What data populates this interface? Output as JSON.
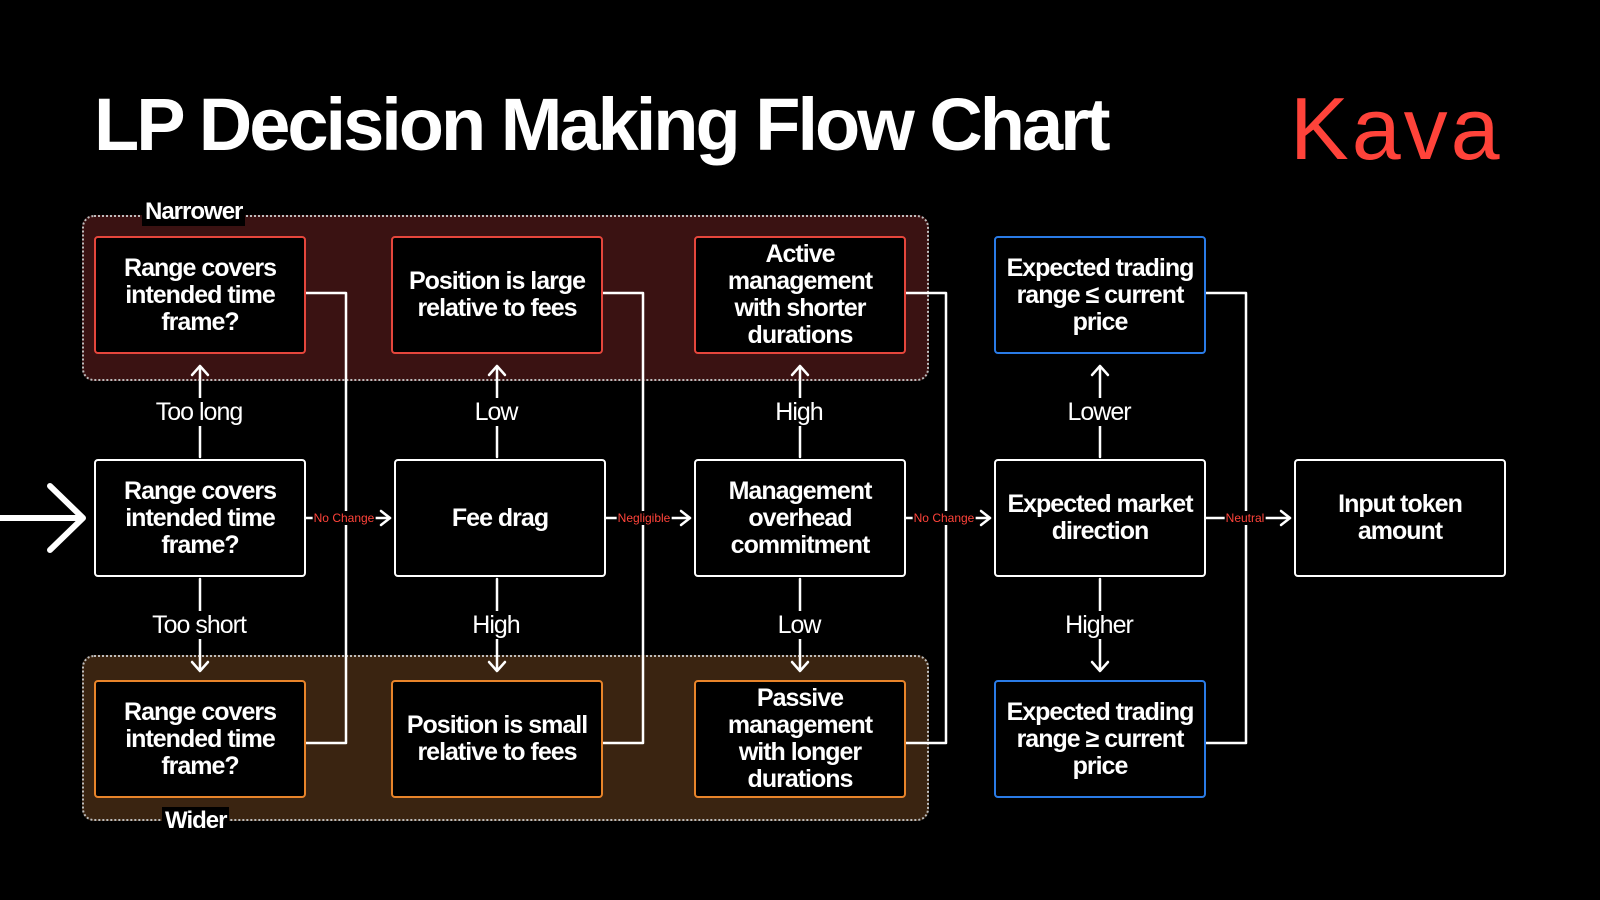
{
  "header": {
    "title": "LP Decision Making Flow Chart",
    "logo_text": "Kava"
  },
  "groups": {
    "narrower": "Narrower",
    "wider": "Wider"
  },
  "nodes": {
    "range_top": "Range covers intended time frame?",
    "range_mid": "Range covers intended time frame?",
    "range_bottom": "Range covers intended time frame?",
    "position_large": "Position is large relative to fees",
    "fee_drag": "Fee drag",
    "position_small": "Position is small relative to fees",
    "active_mgmt": "Active management with shorter durations",
    "mgmt_overhead": "Management overhead commitment",
    "passive_mgmt": "Passive management with longer durations",
    "range_le": "Expected trading range ≤ current price",
    "market_direction": "Expected market direction",
    "range_ge": "Expected trading range ≥ current price",
    "input_token": "Input token amount"
  },
  "edge_labels": {
    "too_long": "Too long",
    "too_short": "Too short",
    "low_up": "Low",
    "high_down": "High",
    "high_up": "High",
    "low_down": "Low",
    "lower": "Lower",
    "higher": "Higher"
  },
  "connector_labels": {
    "no_change_1": "No Change",
    "negligible": "Negligible",
    "no_change_2": "No Change",
    "neutral": "Neutral"
  },
  "colors": {
    "background": "#000000",
    "accent_red": "#ff433a",
    "narrower_border": "#e5463c",
    "wider_border": "#e8842a",
    "direction_border": "#2a7be6"
  }
}
